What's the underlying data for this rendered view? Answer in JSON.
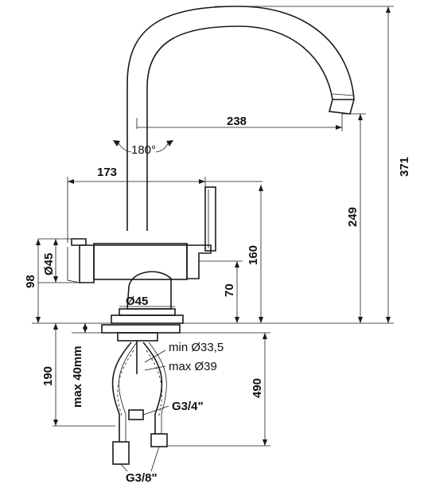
{
  "dimensions": {
    "spout_reach": "238",
    "rotation": "180°",
    "body_width": "173",
    "total_height": "371",
    "spout_height": "249",
    "lever_height": "160",
    "base_to_outlet": "70",
    "body_diameter": "Ø45",
    "base_diameter": "Ø45",
    "body_height": "98",
    "below_counter": "190",
    "max_counter_thickness": "max 40mm",
    "hose_length": "490",
    "hole_min": "min Ø33,5",
    "hole_max": "max Ø39",
    "hose_thread": "G3/4\"",
    "supply_thread": "G3/8\""
  },
  "colors": {
    "line": "#1a1a1a",
    "background": "#ffffff"
  }
}
